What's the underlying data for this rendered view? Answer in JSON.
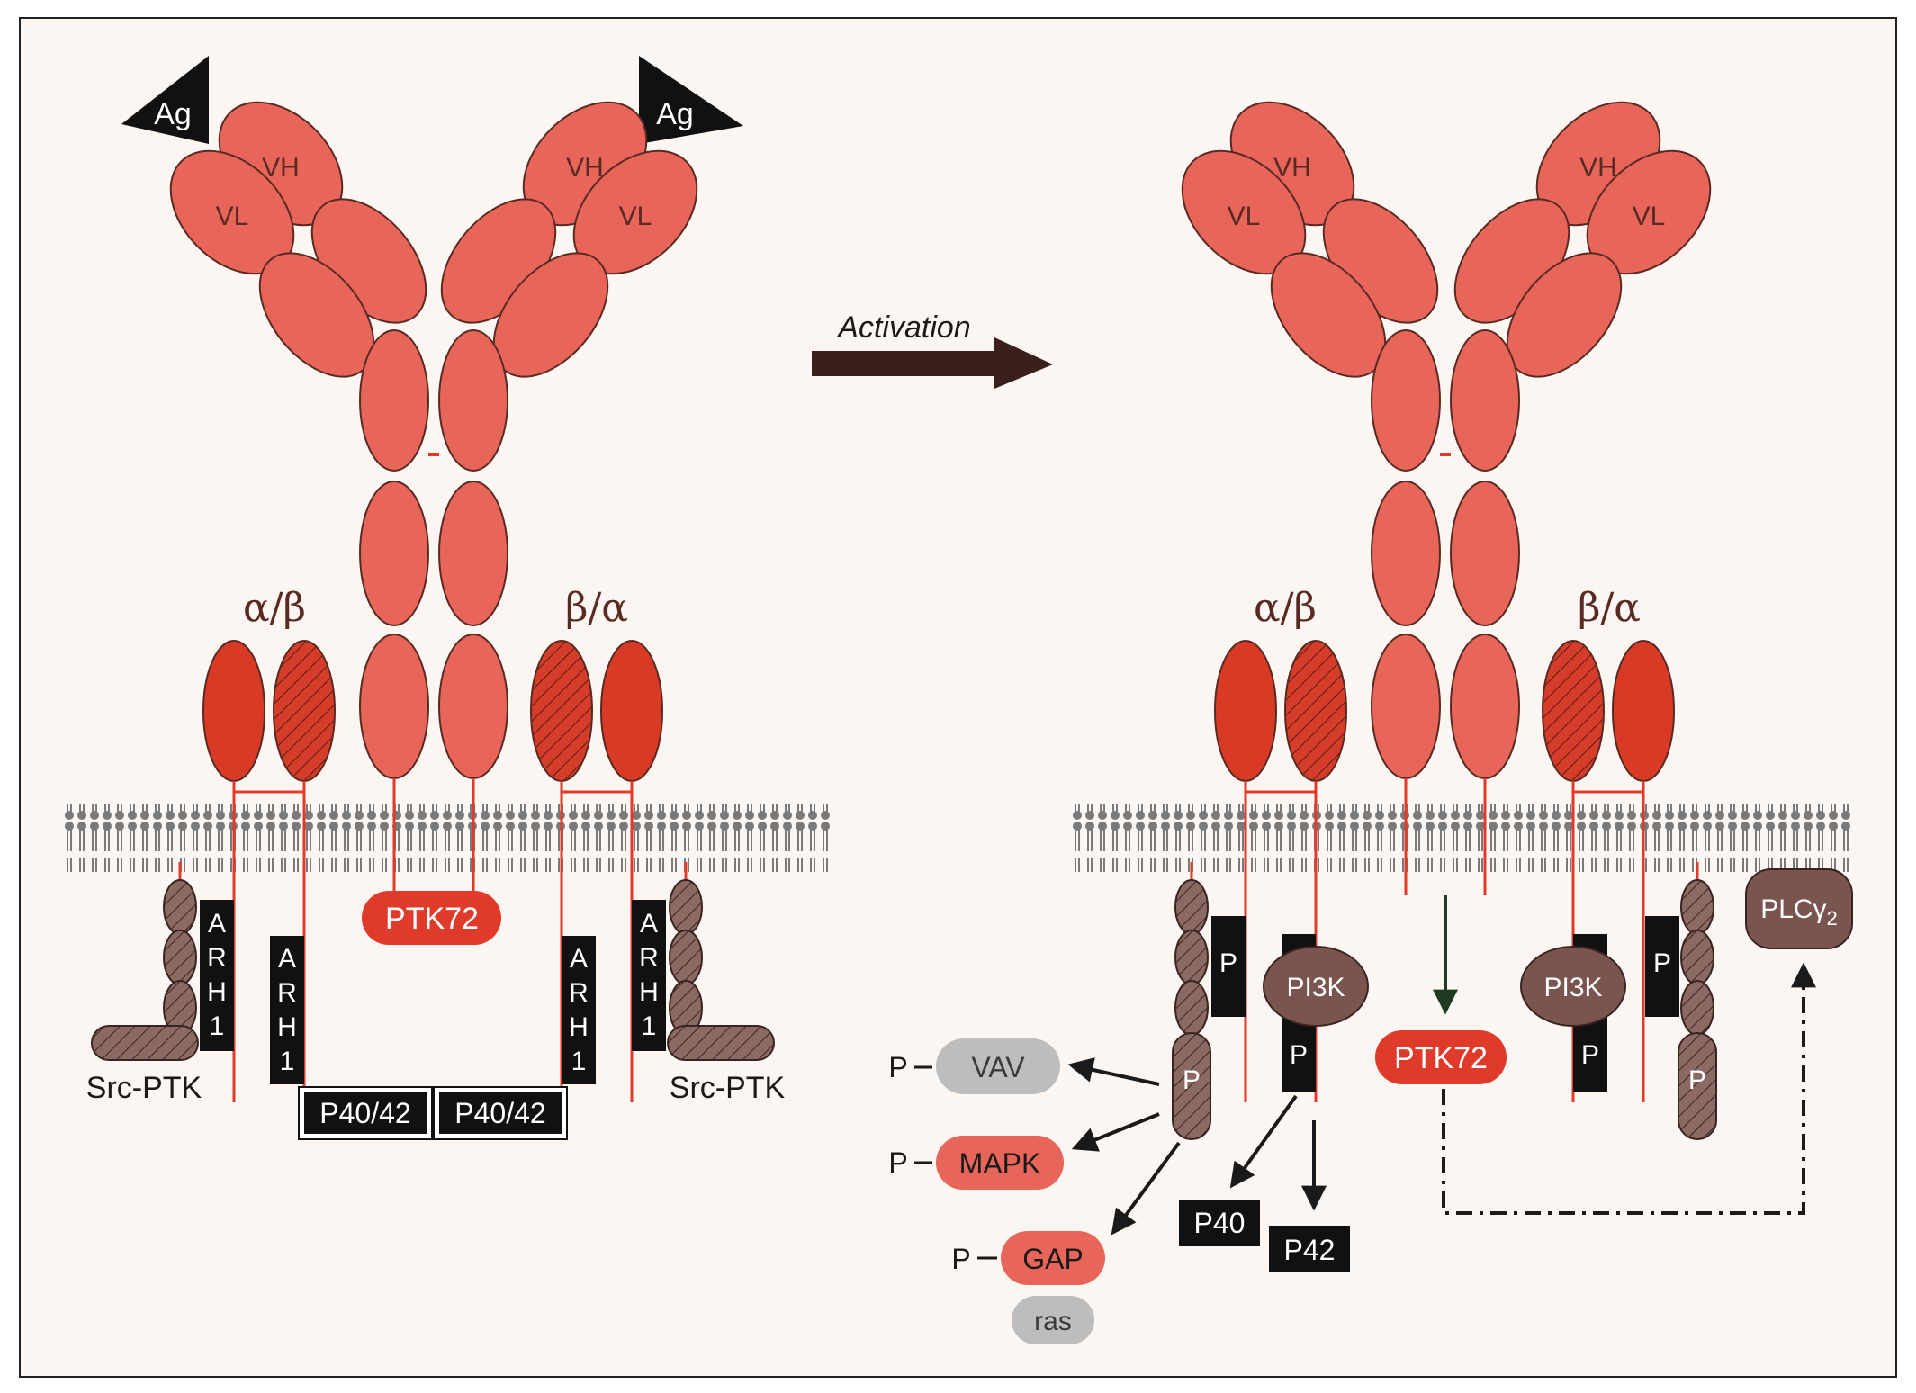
{
  "diagram": {
    "activation_label": "Activation",
    "left": {
      "antigen_left": "Ag",
      "antigen_right": "Ag",
      "vh_left": "VH",
      "vl_left": "VL",
      "vh_right": "VH",
      "vl_right": "VL",
      "alpha_beta_left": "α/β",
      "beta_alpha_right": "β/α",
      "ptk72": "PTK72",
      "arh1_outer_left": [
        "A",
        "R",
        "H",
        "1"
      ],
      "arh1_inner_left": [
        "A",
        "R",
        "H",
        "1"
      ],
      "arh1_inner_right": [
        "A",
        "R",
        "H",
        "1"
      ],
      "arh1_outer_right": [
        "A",
        "R",
        "H",
        "1"
      ],
      "src_ptk_left": "Src-PTK",
      "src_ptk_right": "Src-PTK",
      "p4042_left": "P40/42",
      "p4042_right": "P40/42"
    },
    "right": {
      "vh_left": "VH",
      "vl_left": "VL",
      "vh_right": "VH",
      "vl_right": "VL",
      "alpha_beta_left": "α/β",
      "beta_alpha_right": "β/α",
      "p_block_left": "P",
      "pi3k_left": "PI3K",
      "p_pi3k_left": "P",
      "p_src_left": "P",
      "pi3k_right": "PI3K",
      "p_pi3k_right": "P",
      "p_block_right": "P",
      "p_src_right": "P",
      "ptk72": "PTK72",
      "plc": "PLCγ2",
      "vav": "VAV",
      "mapk": "MAPK",
      "gap": "GAP",
      "ras": "ras",
      "phospho_prefix_vav": "P",
      "phospho_prefix_mapk": "P",
      "phospho_prefix_gap": "P",
      "p40": "P40",
      "p42": "P42"
    },
    "colors": {
      "background": "#fbf6f2",
      "ig_fill": "#e8655a",
      "ig_stroke": "#5a2a22",
      "alpha_fill": "#d93a26",
      "src_fill": "#8b6a64",
      "membrane": "#7a7a7a",
      "black_box": "#111111",
      "grey_protein": "#bdbdbd",
      "arrow": "#1a1a1a",
      "activation_arrow": "#3a1f1c"
    }
  }
}
